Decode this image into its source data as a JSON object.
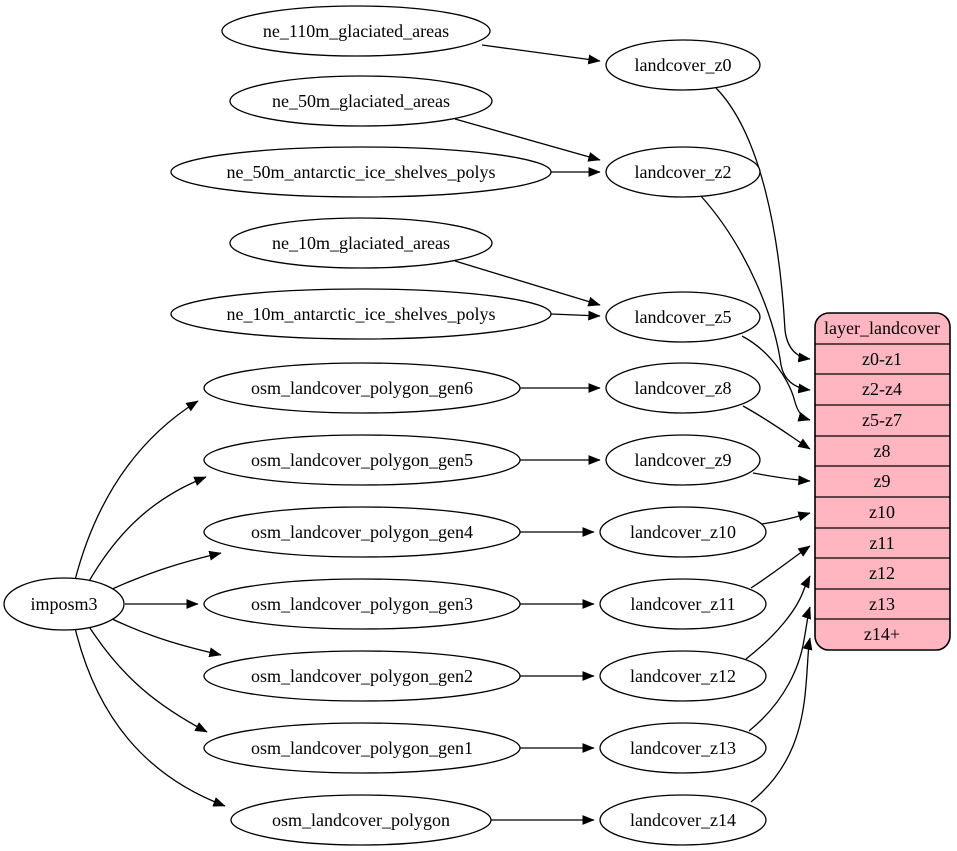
{
  "colors": {
    "record_fill": "#ffb6c1",
    "node_fill": "#ffffff",
    "edge_stroke": "#000000"
  },
  "nodes": {
    "imposm3": "imposm3",
    "ne_110m_glaciated_areas": "ne_110m_glaciated_areas",
    "ne_50m_glaciated_areas": "ne_50m_glaciated_areas",
    "ne_50m_antarctic_ice_shelves_polys": "ne_50m_antarctic_ice_shelves_polys",
    "ne_10m_glaciated_areas": "ne_10m_glaciated_areas",
    "ne_10m_antarctic_ice_shelves_polys": "ne_10m_antarctic_ice_shelves_polys",
    "osm_landcover_polygon_gen6": "osm_landcover_polygon_gen6",
    "osm_landcover_polygon_gen5": "osm_landcover_polygon_gen5",
    "osm_landcover_polygon_gen4": "osm_landcover_polygon_gen4",
    "osm_landcover_polygon_gen3": "osm_landcover_polygon_gen3",
    "osm_landcover_polygon_gen2": "osm_landcover_polygon_gen2",
    "osm_landcover_polygon_gen1": "osm_landcover_polygon_gen1",
    "osm_landcover_polygon": "osm_landcover_polygon",
    "landcover_z0": "landcover_z0",
    "landcover_z2": "landcover_z2",
    "landcover_z5": "landcover_z5",
    "landcover_z8": "landcover_z8",
    "landcover_z9": "landcover_z9",
    "landcover_z10": "landcover_z10",
    "landcover_z11": "landcover_z11",
    "landcover_z12": "landcover_z12",
    "landcover_z13": "landcover_z13",
    "landcover_z14": "landcover_z14"
  },
  "record": {
    "title": "layer_landcover",
    "rows": [
      "z0-z1",
      "z2-z4",
      "z5-z7",
      "z8",
      "z9",
      "z10",
      "z11",
      "z12",
      "z13",
      "z14+"
    ]
  },
  "edges": [
    {
      "from": "imposm3",
      "to": "osm_landcover_polygon_gen6"
    },
    {
      "from": "imposm3",
      "to": "osm_landcover_polygon_gen5"
    },
    {
      "from": "imposm3",
      "to": "osm_landcover_polygon_gen4"
    },
    {
      "from": "imposm3",
      "to": "osm_landcover_polygon_gen3"
    },
    {
      "from": "imposm3",
      "to": "osm_landcover_polygon_gen2"
    },
    {
      "from": "imposm3",
      "to": "osm_landcover_polygon_gen1"
    },
    {
      "from": "imposm3",
      "to": "osm_landcover_polygon"
    },
    {
      "from": "ne_110m_glaciated_areas",
      "to": "landcover_z0"
    },
    {
      "from": "ne_50m_glaciated_areas",
      "to": "landcover_z2"
    },
    {
      "from": "ne_50m_antarctic_ice_shelves_polys",
      "to": "landcover_z2"
    },
    {
      "from": "ne_10m_glaciated_areas",
      "to": "landcover_z5"
    },
    {
      "from": "ne_10m_antarctic_ice_shelves_polys",
      "to": "landcover_z5"
    },
    {
      "from": "osm_landcover_polygon_gen6",
      "to": "landcover_z8"
    },
    {
      "from": "osm_landcover_polygon_gen5",
      "to": "landcover_z9"
    },
    {
      "from": "osm_landcover_polygon_gen4",
      "to": "landcover_z10"
    },
    {
      "from": "osm_landcover_polygon_gen3",
      "to": "landcover_z11"
    },
    {
      "from": "osm_landcover_polygon_gen2",
      "to": "landcover_z12"
    },
    {
      "from": "osm_landcover_polygon_gen1",
      "to": "landcover_z13"
    },
    {
      "from": "osm_landcover_polygon",
      "to": "landcover_z14"
    },
    {
      "from": "landcover_z0",
      "to": "layer_landcover:z0-z1"
    },
    {
      "from": "landcover_z2",
      "to": "layer_landcover:z2-z4"
    },
    {
      "from": "landcover_z5",
      "to": "layer_landcover:z5-z7"
    },
    {
      "from": "landcover_z8",
      "to": "layer_landcover:z8"
    },
    {
      "from": "landcover_z9",
      "to": "layer_landcover:z9"
    },
    {
      "from": "landcover_z10",
      "to": "layer_landcover:z10"
    },
    {
      "from": "landcover_z11",
      "to": "layer_landcover:z11"
    },
    {
      "from": "landcover_z12",
      "to": "layer_landcover:z12"
    },
    {
      "from": "landcover_z13",
      "to": "layer_landcover:z13"
    },
    {
      "from": "landcover_z14",
      "to": "layer_landcover:z14+"
    }
  ]
}
